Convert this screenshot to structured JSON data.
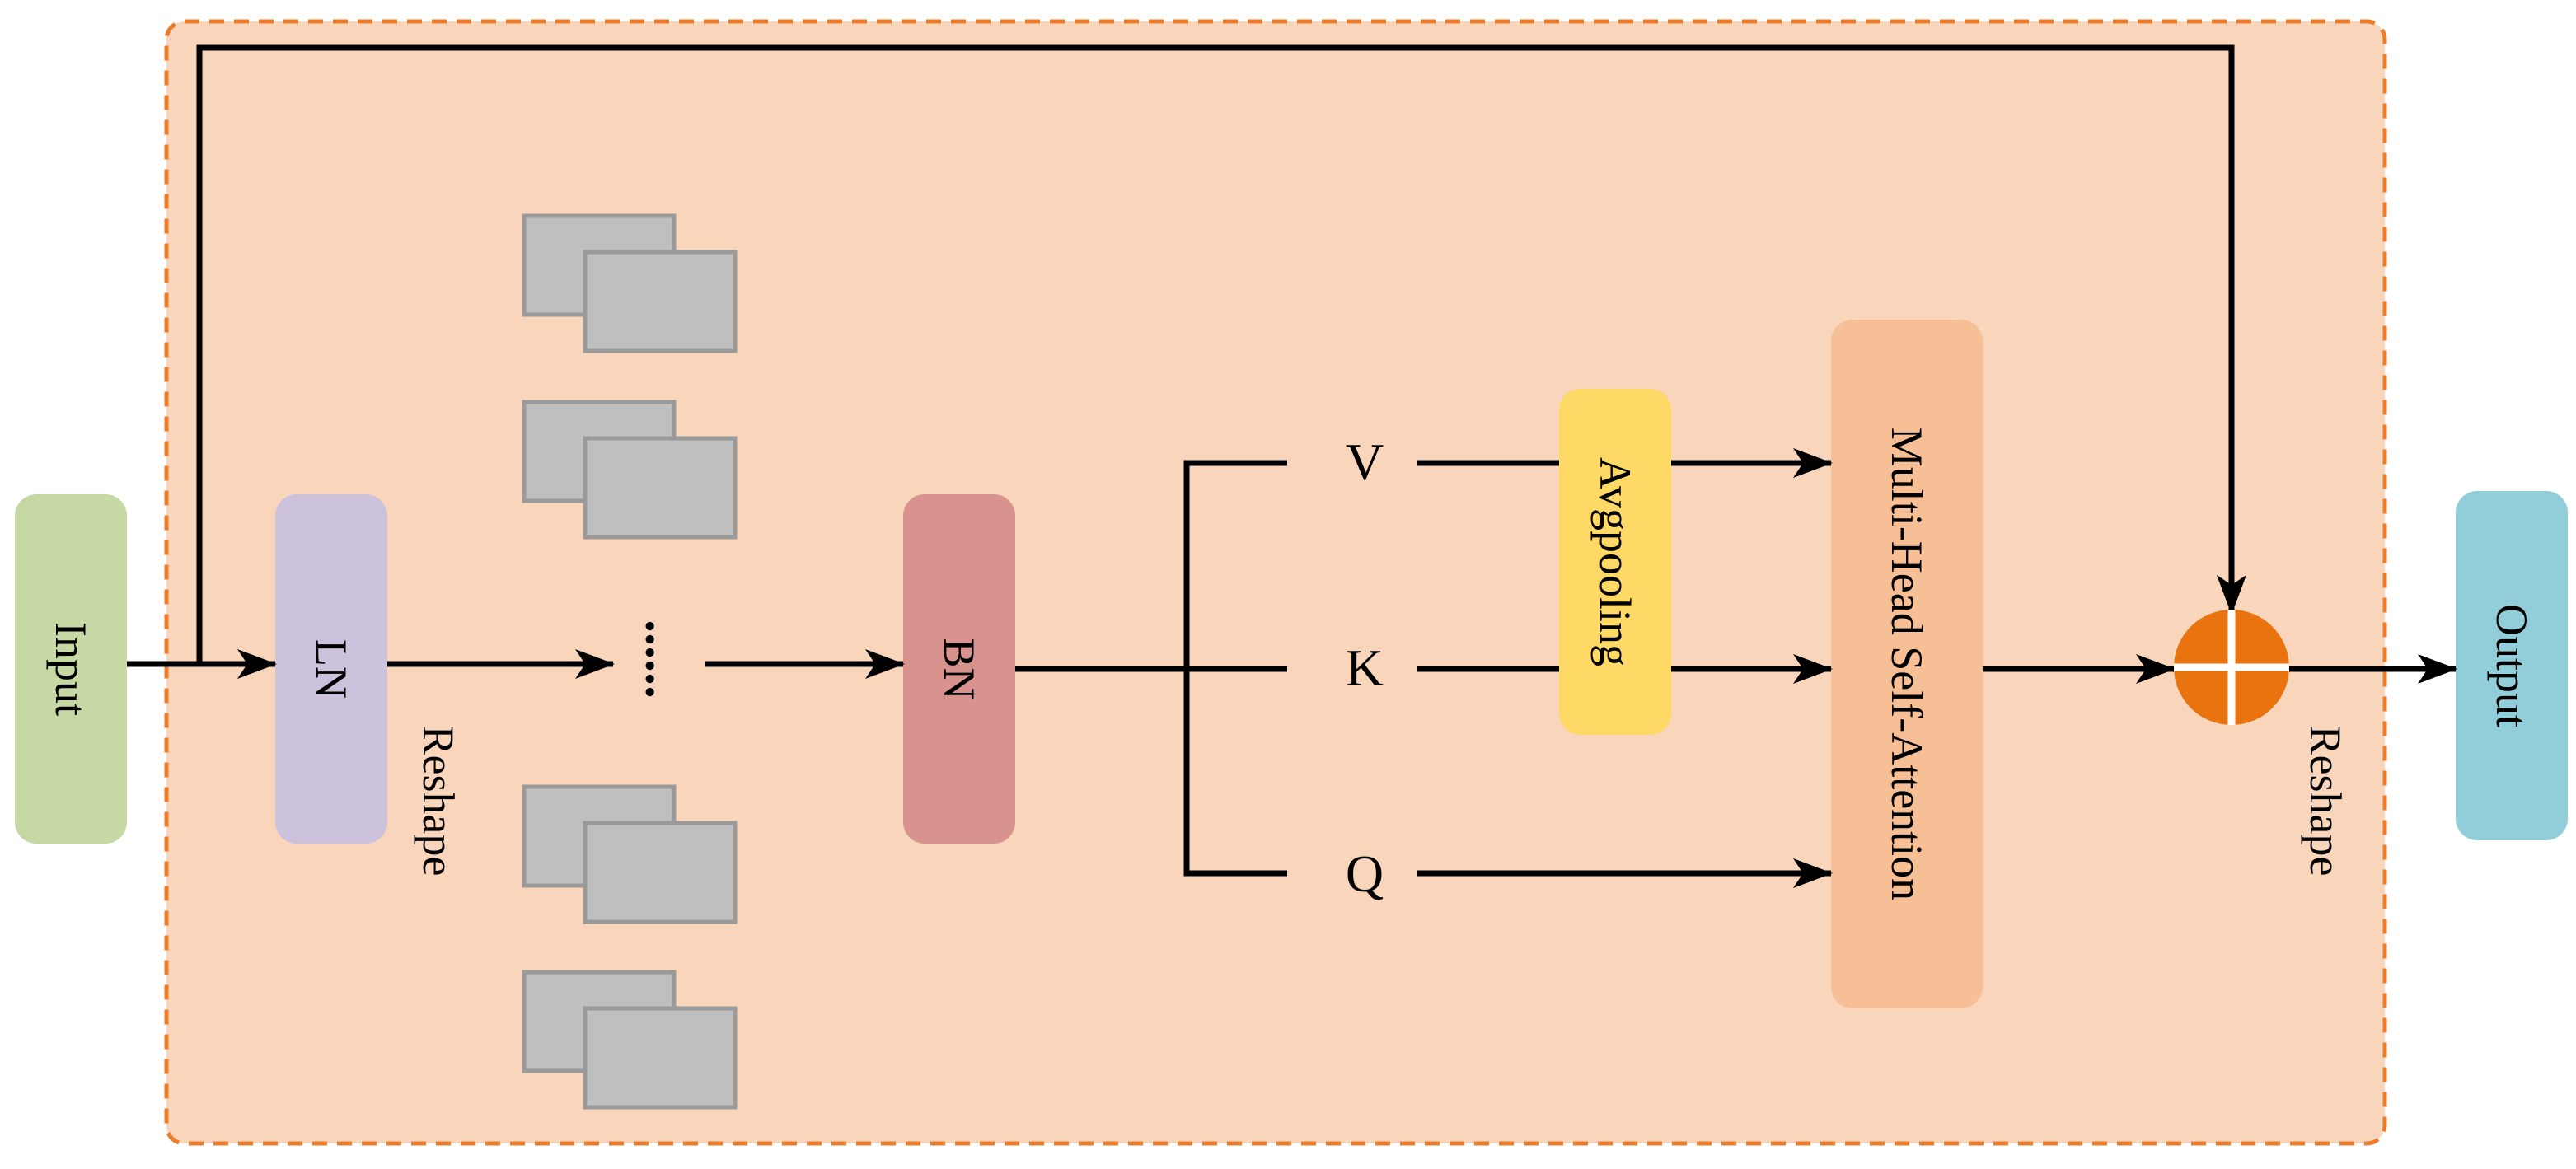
{
  "colors": {
    "canvas": "#ffffff",
    "container_fill": "#f9d6bb",
    "container_border": "#ee7d2b",
    "input_fill": "#c6d9a4",
    "ln_fill": "#cdc2dc",
    "bn_fill": "#d8938f",
    "avgpool_fill": "#ffd965",
    "mhsa_fill": "#f7bf96",
    "output_fill": "#92cdda",
    "patch_fill": "#bfbfbf",
    "patch_border": "#9a9a9a",
    "add_fill": "#e8730f",
    "line": "#000000"
  },
  "nodes": {
    "input": "Input",
    "ln": "LN",
    "bn": "BN",
    "avgpooling": "Avgpooling",
    "mhsa": "Multi-Head Self-Attention",
    "output": "Output"
  },
  "labels": {
    "reshape_left": "Reshape",
    "reshape_right": "Reshape",
    "ellipsis": "......",
    "v": "V",
    "k": "K",
    "q": "Q"
  },
  "icons": {
    "add": "element-wise-add-icon"
  }
}
